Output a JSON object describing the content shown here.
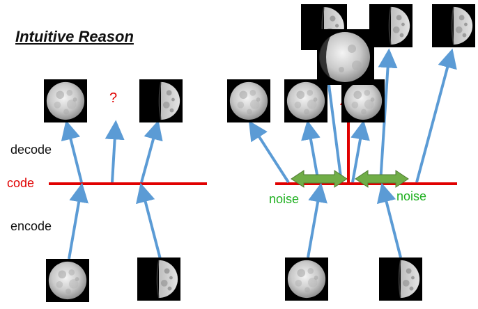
{
  "title": "Intuitive Reason",
  "labels": {
    "decode": "decode",
    "code": "code",
    "encode": "encode",
    "question": "?",
    "noise_left": "noise",
    "noise_right": "noise"
  },
  "colors": {
    "blue_arrow": "#5b9bd5",
    "code_line": "#e00000",
    "noise_arrow": "#70ad47",
    "noise_text": "#1fb020",
    "tile_bg": "#000000"
  },
  "icons": {
    "full_moon": "full-moon-icon",
    "half_moon": "half-moon-icon"
  }
}
